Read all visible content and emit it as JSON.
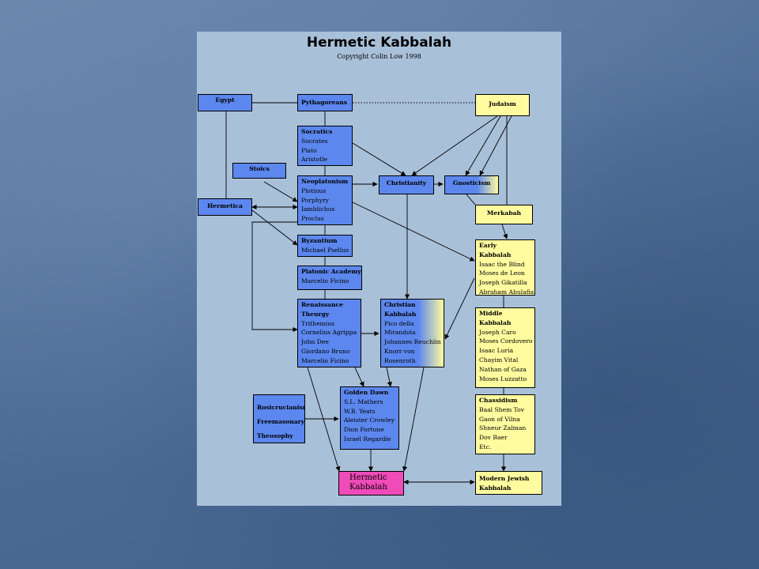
{
  "diagram": {
    "title": "Hermetic Kabbalah",
    "subtitle": "Copyright Colin Low 1998",
    "nodes": {
      "egypt": {
        "heading": "Egypt"
      },
      "pythagoreans": {
        "heading": "Pythagoreans"
      },
      "judaism": {
        "heading": "Judaism"
      },
      "socratics": {
        "heading": "Socratics",
        "items": [
          "Socrates",
          "Plato",
          "Aristotle"
        ]
      },
      "stoics": {
        "heading": "Stoics"
      },
      "neoplatonism": {
        "heading": "Neoplatonism",
        "items": [
          "Plotinus",
          "Porphyry",
          "Iamblichus",
          "Proclus"
        ]
      },
      "christianity": {
        "heading": "Christianity"
      },
      "gnosticism": {
        "heading": "Gnosticism"
      },
      "hermetica": {
        "heading": "Hermetica"
      },
      "merkabah": {
        "heading": "Merkabah"
      },
      "byzantium": {
        "heading": "Byzantium",
        "items": [
          "Michael Psellus"
        ]
      },
      "early_kabbalah": {
        "heading": [
          "Early",
          "Kabbalah"
        ],
        "items": [
          "Isaac the Blind",
          "Moses de Leon",
          "Joseph Gikatilla",
          "Abraham Abulafia"
        ]
      },
      "platonic_academy": {
        "heading": "Platonic Academy",
        "items": [
          "Marcelio Ficino"
        ]
      },
      "renaissance_theurgy": {
        "heading": [
          "Renaissance",
          "Theurgy"
        ],
        "items": [
          "Trithemius",
          "Cornelius Agrippa",
          "John Dee",
          "Giordano Bruno",
          "Marcelio Ficino"
        ]
      },
      "christian_kabbalah": {
        "heading": [
          "Christian",
          "Kabbalah"
        ],
        "items": [
          "Pico della",
          "Mirandola",
          "Johannes Reuchlin",
          "Knorr von",
          "Rosenroth"
        ]
      },
      "middle_kabbalah": {
        "heading": [
          "Middle",
          "Kabbalah"
        ],
        "items": [
          "Joseph Caro",
          "Moses Cordovero",
          "Isaac Luria",
          "Chayim Vital",
          "Nathan of Gaza",
          "Moses Luzzatto"
        ]
      },
      "golden_dawn": {
        "heading": "Golden Dawn",
        "items": [
          "S.L. Mathers",
          "W.B. Yeats",
          "Aleister Crowley",
          "Dion Fortune",
          "Israel Regardie"
        ]
      },
      "rosicrucianism": {
        "headings": [
          "Rosicrucianism",
          "Freemasonary",
          "Theosophy"
        ]
      },
      "chassidism": {
        "heading": "Chassidism",
        "items": [
          "Baal Shem Tov",
          "Gaon of Vilna",
          "Shneur Zalman",
          "Dov Baer",
          "Etc."
        ]
      },
      "hermetic_kabbalah": {
        "heading": [
          "Hermetic",
          "Kabbalah"
        ]
      },
      "modern_jewish_kabbalah": {
        "heading": [
          "Modern Jewish",
          "Kabbalah"
        ]
      }
    }
  },
  "colors": {
    "panel": "#a9c0d9",
    "blue_node": "#5c87ee",
    "yellow_node": "#fffb9e",
    "pink_node": "#ef4bb9"
  }
}
